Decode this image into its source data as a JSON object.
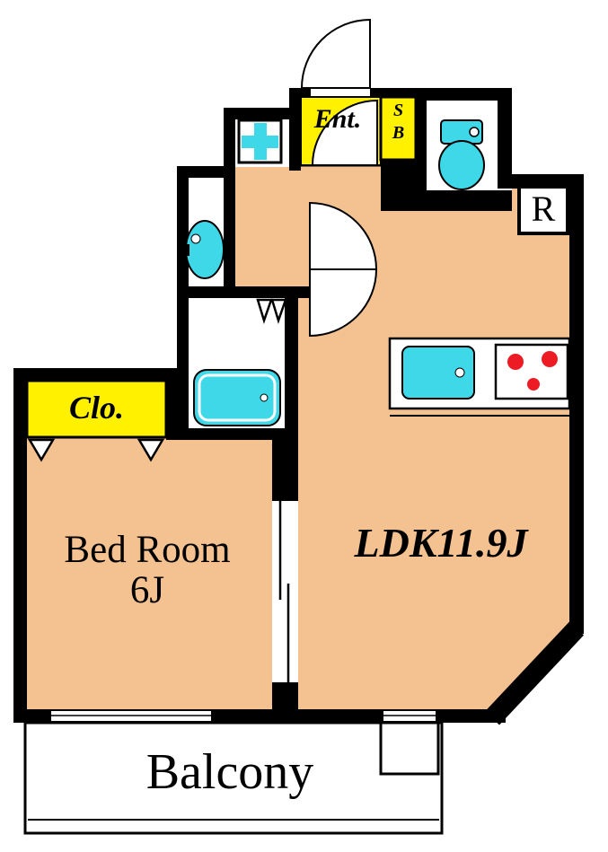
{
  "title": "Apartment floor plan 1LDK",
  "colors": {
    "wall": "#000000",
    "floor": "#F4C191",
    "fixture": "#3FD8E8",
    "highlight": "#FFF100",
    "burner": "#ED1C24"
  },
  "labels": {
    "entrance": "Ent.",
    "shoe_box_line1": "S",
    "shoe_box_line2": "B",
    "refrigerator": "R",
    "closet": "Clo.",
    "bedroom_name": "Bed Room",
    "bedroom_size": "6J",
    "ldk": "LDK11.9J",
    "balcony": "Balcony"
  },
  "fixtures": {
    "toilet": "toilet-icon",
    "washing_machine_pan": "washing-machine-pan-icon",
    "washbasin": "washbasin-icon",
    "bathtub": "bathtub-icon",
    "kitchen_sink": "kitchen-sink-icon",
    "stove": "stove-icon",
    "door_swing": "door-swing-arc"
  }
}
